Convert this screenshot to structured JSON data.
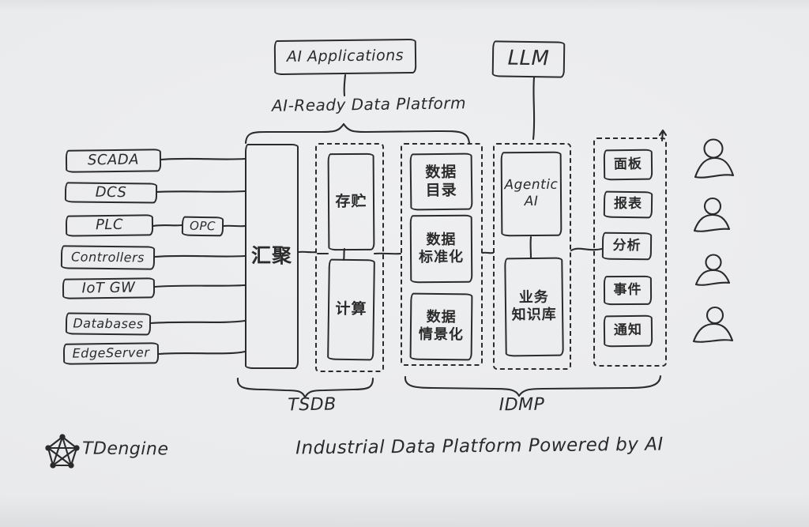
{
  "header": {
    "ai_applications": "AI Applications",
    "llm": "LLM",
    "platform_label": "AI-Ready Data Platform"
  },
  "sources": [
    "SCADA",
    "DCS",
    "PLC",
    "Controllers",
    "IoT GW",
    "Databases",
    "EdgeServer"
  ],
  "opc_label": "OPC",
  "tsdb": {
    "brace_label": "TSDB",
    "aggregation": "汇聚",
    "storage": "存贮",
    "compute": "计算"
  },
  "idmp": {
    "brace_label": "IDMP",
    "data_catalog": {
      "line1": "数据",
      "line2": "目录"
    },
    "data_standardization": {
      "line1": "数据",
      "line2": "标准化"
    },
    "data_contextualization": {
      "line1": "数据",
      "line2": "情景化"
    },
    "agentic_ai": {
      "line1": "Agentic",
      "line2": "AI"
    },
    "business_knowledge_base": {
      "line1": "业务",
      "line2": "知识库"
    }
  },
  "consumption": {
    "dashboard": "面板",
    "report": "报表",
    "analysis": "分析",
    "event": "事件",
    "notification": "通知"
  },
  "footer": {
    "brand": "TDengine",
    "caption": "Industrial Data Platform Powered by AI"
  },
  "colors": {
    "ink": "#2b2b2b",
    "paper": "#e9eaec"
  }
}
